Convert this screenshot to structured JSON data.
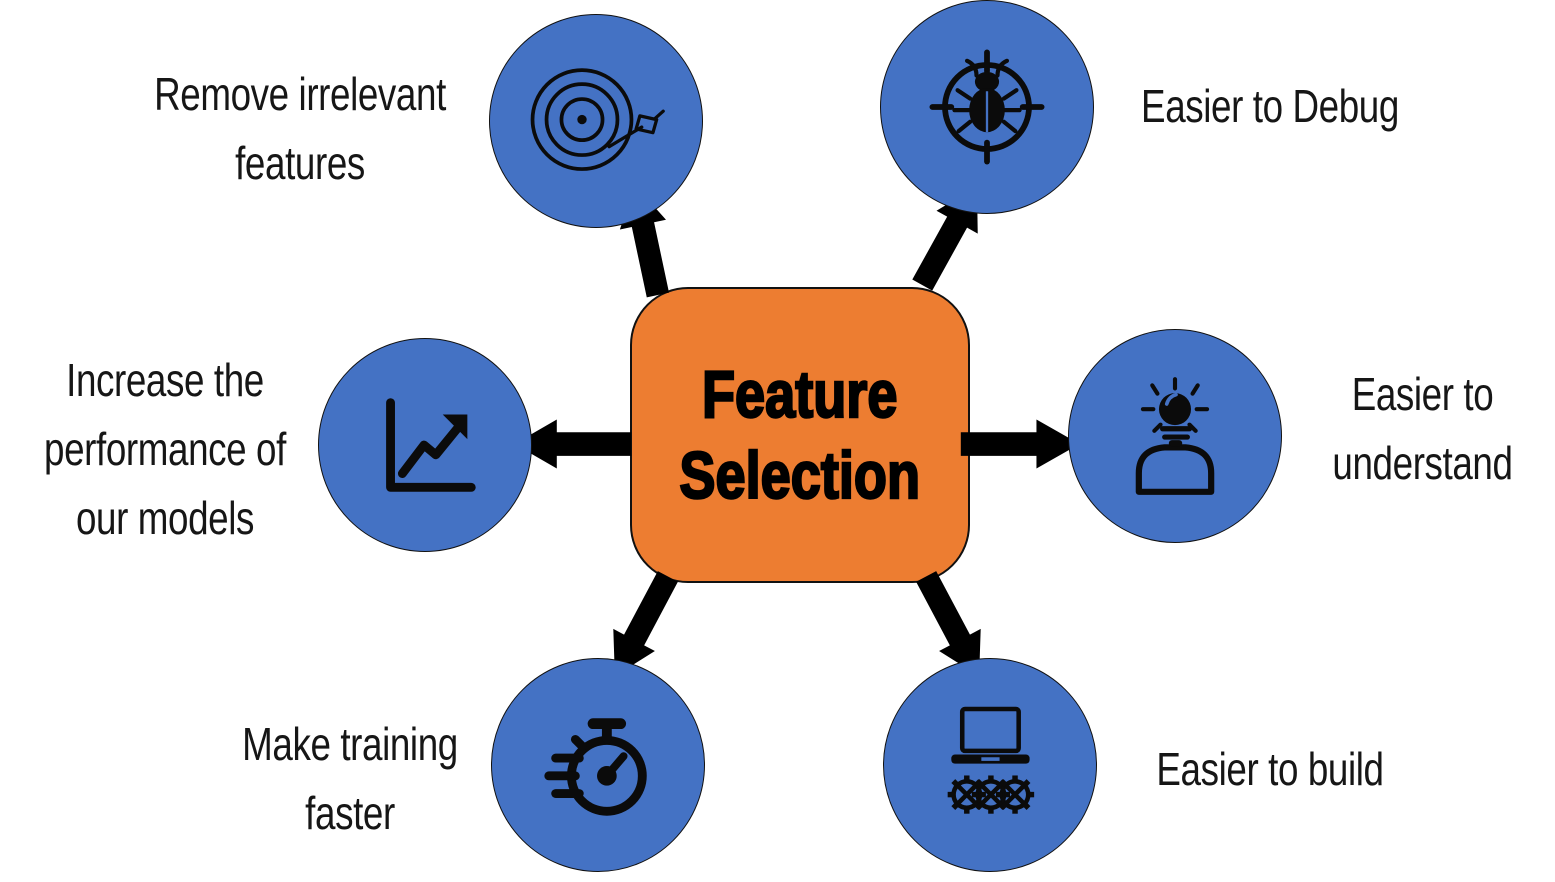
{
  "title": "Feature Selection benefits diagram",
  "center": {
    "title": "Feature\nSelection"
  },
  "nodes": {
    "remove": {
      "label": "Remove irrelevant\nfeatures",
      "icon": "target-dart-icon"
    },
    "debug": {
      "label": "Easier to Debug",
      "icon": "bug-crosshair-icon"
    },
    "performance": {
      "label": "Increase the\nperformance of\nour models",
      "icon": "growth-chart-icon"
    },
    "understand": {
      "label": "Easier to\nunderstand",
      "icon": "person-idea-icon"
    },
    "faster": {
      "label": "Make training\nfaster",
      "icon": "stopwatch-icon"
    },
    "build": {
      "label": "Easier to build",
      "icon": "laptop-gears-icon"
    }
  },
  "colors": {
    "node_fill": "#4472C4",
    "node_stroke": "#111111",
    "center_fill": "#ED7D31",
    "center_stroke": "#111111",
    "arrow_fill": "#FFD966",
    "arrow_stroke": "#3d3d3d",
    "text": "#161616"
  }
}
